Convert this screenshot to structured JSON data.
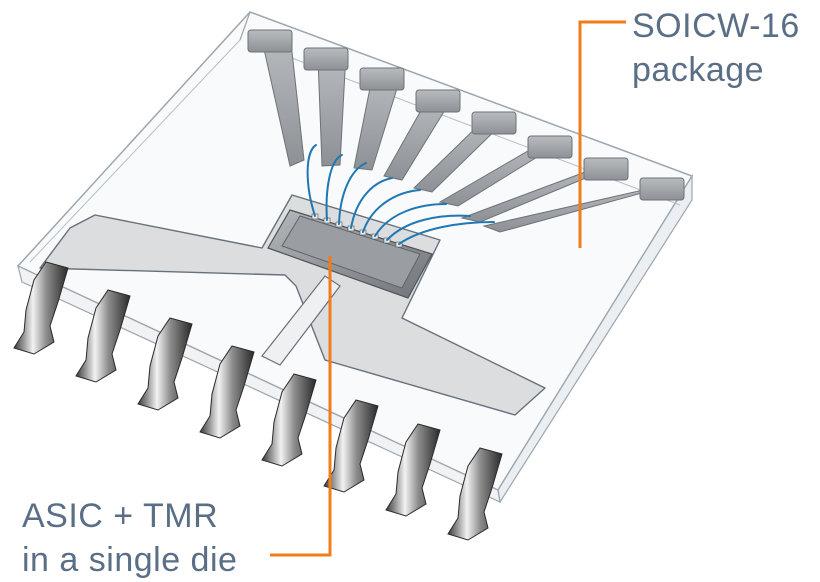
{
  "callouts": {
    "package": {
      "line1": "SOICW-16",
      "line2": "package"
    },
    "die": {
      "line1": "ASIC + TMR",
      "line2": "in a single die"
    }
  },
  "colors": {
    "callout_line": "#f07c1a",
    "callout_text": "#5a6f86",
    "body_outline": "#9ca6b0",
    "leadframe_fill": "#d7d9db",
    "leadframe_stroke": "#66717c",
    "bond_wire": "#1f77b4",
    "lead_metal_dark": "#2b2b2b",
    "lead_metal_light": "#e6e6e6"
  }
}
